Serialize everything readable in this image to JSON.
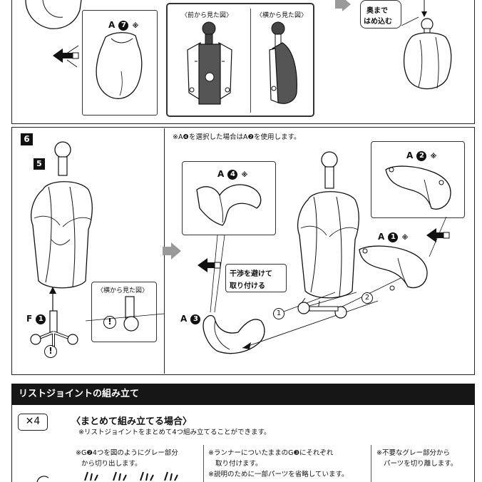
{
  "top": {
    "part_a7_label": "A",
    "part_a7_num": "7",
    "part_a7_mark": "※",
    "view_front_label": "〈前から見た図〉",
    "view_side_label": "〈横から見た図〉",
    "push_callout_line1": "奥まで",
    "push_callout_line2": "はめ込む"
  },
  "step6": {
    "step_number": "6",
    "sub_step_number": "5",
    "note": "※A❹を選択した場合はA❷を使用します。",
    "part_a4_label": "A",
    "part_a4_num": "4",
    "part_a4_mark": "※",
    "part_a2_label": "A",
    "part_a2_num": "2",
    "part_a2_mark": "※",
    "part_a1_label": "A",
    "part_a1_num": "1",
    "part_a1_mark": "※",
    "part_a3_label": "A",
    "part_a3_num": "3",
    "part_f1_label": "F",
    "part_f1_num": "1",
    "side_view_label": "〈横から見た図〉",
    "interference_line1": "干渉を避けて",
    "interference_line2": "取り付ける",
    "order_1": "1",
    "order_2": "2",
    "caution_mark": "!"
  },
  "wrist": {
    "section_title": "リストジョイントの組み立て",
    "quantity": "✕4",
    "heading": "〈まとめて組み立てる場合〉",
    "subnote": "※リストジョイントをまとめて4つ組み立てることができます。",
    "note_left_line1": "※G❷4つを図のようにグレー部分",
    "note_left_line2": "から切り出します。",
    "note_mid_line1": "※ランナーについたままのG❸にそれぞれ",
    "note_mid_line2": "取り付けます。",
    "note_mid_line3": "※説明のために一部パーツを省略しています。",
    "note_right_line1": "※不要なグレー部分から",
    "note_right_line2": "パーツを切り離します。"
  }
}
